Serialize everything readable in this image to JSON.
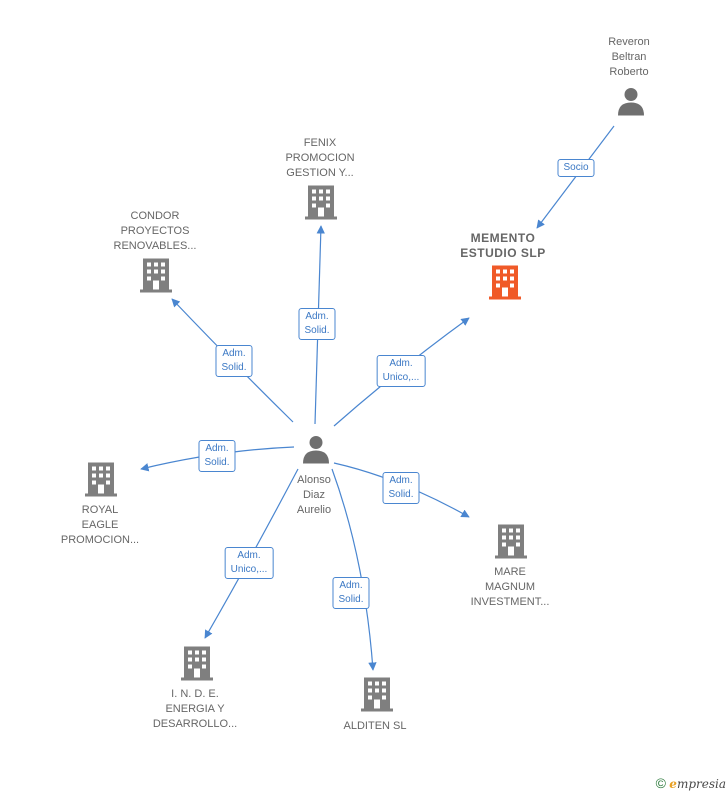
{
  "colors": {
    "edge": "#4a86d0",
    "company": "#7f7f7f",
    "company_highlight": "#f05a28",
    "person": "#6f6f6f"
  },
  "nodes": {
    "reveron": {
      "type": "person",
      "label": "Reveron\nBeltran\nRoberto"
    },
    "memento": {
      "type": "company",
      "highlight": true,
      "label": "MEMENTO\nESTUDIO SLP"
    },
    "fenix": {
      "type": "company",
      "label": "FENIX\nPROMOCION\nGESTION Y..."
    },
    "condor": {
      "type": "company",
      "label": "CONDOR\nPROYECTOS\nRENOVABLES..."
    },
    "alonso": {
      "type": "person",
      "label": "Alonso\nDiaz\nAurelio"
    },
    "royal": {
      "type": "company",
      "label": "ROYAL\nEAGLE\nPROMOCION..."
    },
    "mare": {
      "type": "company",
      "label": "MARE\nMAGNUM\nINVESTMENT..."
    },
    "inde": {
      "type": "company",
      "label": "I.  N. D. E.\nENERGIA Y\nDESARROLLO..."
    },
    "alditen": {
      "type": "company",
      "label": "ALDITEN SL"
    }
  },
  "edges": {
    "reveron_memento": {
      "label": "Socio"
    },
    "alonso_fenix": {
      "label": "Adm.\nSolid."
    },
    "alonso_condor": {
      "label": "Adm.\nSolid."
    },
    "alonso_memento": {
      "label": "Adm.\nUnico,..."
    },
    "alonso_royal": {
      "label": "Adm.\nSolid."
    },
    "alonso_mare": {
      "label": "Adm.\nSolid."
    },
    "alonso_inde": {
      "label": "Adm.\nUnico,..."
    },
    "alonso_alditen": {
      "label": "Adm.\nSolid."
    }
  },
  "footer": {
    "copyright_symbol": "©",
    "brand_first": "e",
    "brand_rest": "mpresia"
  }
}
